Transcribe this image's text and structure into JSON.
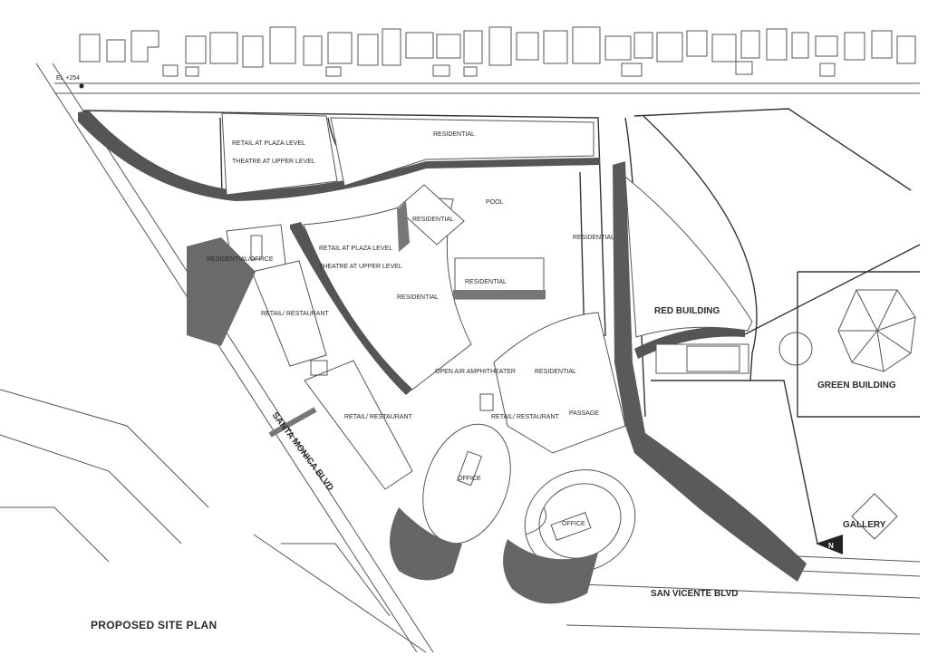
{
  "labels": {
    "el": "EL +254",
    "retail_plaza_a": "RETAIL AT PLAZA LEVEL",
    "theatre_upper_a": "THEATRE AT UPPER LEVEL",
    "residential_top": "RESIDENTIAL",
    "residential_tower": "RESIDENTIAL",
    "pool": "POOL",
    "residential_right": "RESIDENTIAL",
    "residential_office": "RESIDENTIAL/OFFICE",
    "retail_plaza_b": "RETAIL AT PLAZA LEVEL",
    "theatre_upper_b": "THEATRE AT UPPER LEVEL",
    "residential_center": "RESIDENTIAL",
    "residential_lower": "RESIDENTIAL",
    "retail_restaurant_a": "RETAIL/ RESTAURANT",
    "retail_restaurant_b": "RETAIL/ RESTAURANT",
    "retail_restaurant_c": "RETAIL/ RESTAURANT",
    "open_air": "OPEN AIR AMPHITHEATER",
    "residential_arc": "RESIDENTIAL",
    "passage": "PASSAGE",
    "office_a": "OFFICE",
    "office_b": "OFFICE",
    "red_building": "RED BUILDING",
    "green_building": "GREEN BUILDING",
    "gallery": "GALLERY",
    "santa_monica": "SANTA MONICA BLVD",
    "san_vicente": "SAN VICENTE BLVD",
    "north": "N",
    "plan_title": "PROPOSED SITE PLAN"
  },
  "colors": {
    "line": "#333333",
    "dark_band": "#555555",
    "shadow": "#6a6a6a"
  }
}
